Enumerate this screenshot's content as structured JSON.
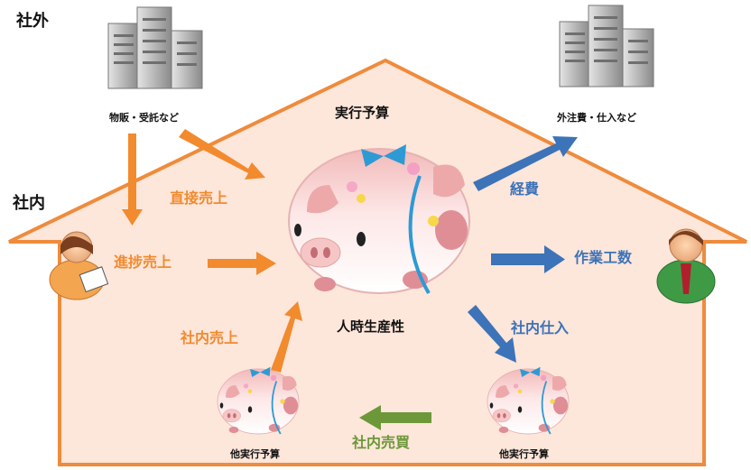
{
  "colors": {
    "house_fill": "#fde6da",
    "house_stroke": "#ef8b3c",
    "orange": "#f28a2e",
    "blue": "#3d73b8",
    "green": "#6d983a",
    "pig_pink": "#f4c7c7",
    "pig_spot": "#e08e96",
    "ribbon": "#2e9ad4"
  },
  "labels": {
    "external": "社外",
    "internal": "社内",
    "sales_source": "物販・受託など",
    "expense_dest": "外注費・仕入など",
    "execution_budget": "実行予算",
    "productivity": "人時生産性",
    "other_budget_left": "他実行予算",
    "other_budget_right": "他実行予算"
  },
  "flows": {
    "direct_sales": "直接売上",
    "progress_sales": "進捗売上",
    "internal_sales": "社内売上",
    "expenses": "経費",
    "work_hours": "作業工数",
    "internal_purchase": "社内仕入",
    "internal_trade": "社内売買"
  },
  "icons": {
    "building_left": "office-building-icon",
    "building_right": "office-building-icon",
    "person_left": "worker-with-clipboard-icon",
    "person_right": "businessman-icon",
    "piggy_bank_main": "piggy-bank-icon",
    "piggy_bank_small": "piggy-bank-icon"
  }
}
